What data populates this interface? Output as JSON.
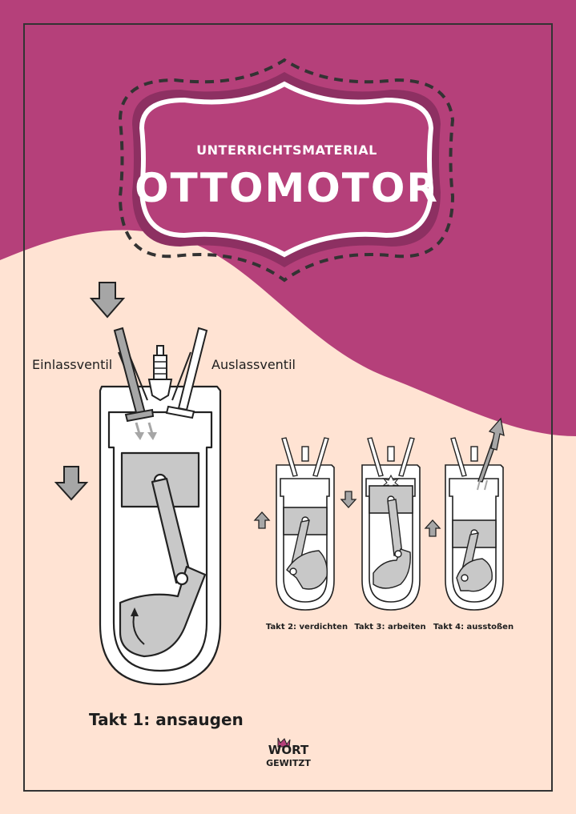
{
  "header": {
    "subtitle": "UNTERRICHTSMATERIAL",
    "title": "OTTOMOTOR"
  },
  "labels": {
    "intake_valve": "Einlassventil",
    "exhaust_valve": "Auslassventil"
  },
  "strokes": [
    {
      "caption": "Takt 1: ansaugen"
    },
    {
      "caption": "Takt 2: verdichten"
    },
    {
      "caption": "Takt 3: arbeiten"
    },
    {
      "caption": "Takt 4: ausstoßen"
    }
  ],
  "logo": {
    "line1": "WORT",
    "line2": "GEWITZT"
  },
  "colors": {
    "background_top": "#b5407a",
    "background_bottom": "#ffe3d3",
    "badge_fill": "#b5407a",
    "badge_ring": "#8d3062",
    "piston_gray": "#c8c8c8",
    "arrow_gray": "#a6a6a6"
  }
}
